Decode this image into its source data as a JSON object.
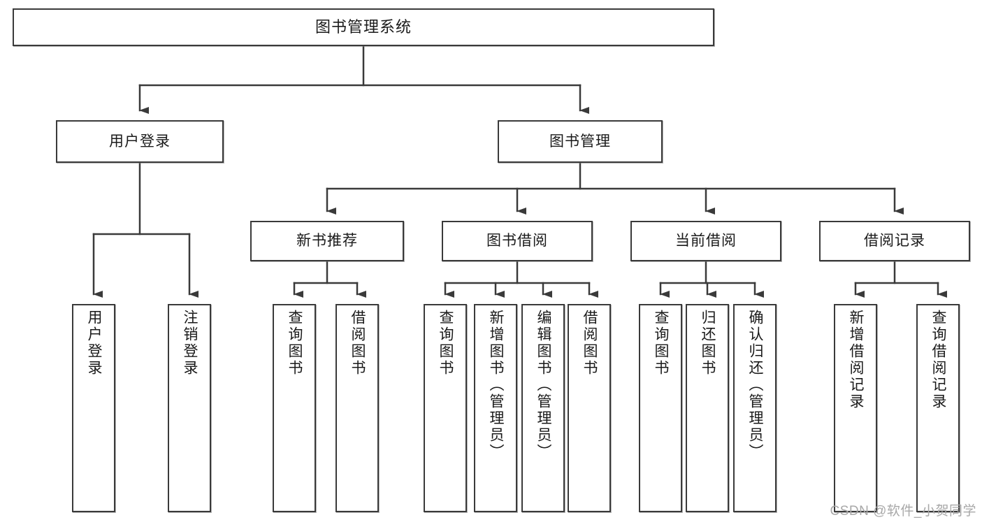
{
  "diagram": {
    "type": "tree-hierarchy",
    "title": "图书管理系统",
    "watermark": "CSDN @软件_小贺同学",
    "colors": {
      "box_border": "#3a3a3a",
      "box_fill": "#ffffff",
      "connector": "#3a3a3a",
      "text": "#1a1a1a",
      "watermark": "#a8a8a8",
      "background": "#ffffff"
    },
    "nodes": {
      "root": {
        "label": "图书管理系统"
      },
      "level2": [
        {
          "id": "user-login",
          "label": "用户登录"
        },
        {
          "id": "book-management",
          "label": "图书管理"
        }
      ],
      "level3": [
        {
          "id": "new-book-recommend",
          "label": "新书推荐"
        },
        {
          "id": "book-borrow",
          "label": "图书借阅"
        },
        {
          "id": "current-borrow",
          "label": "当前借阅"
        },
        {
          "id": "borrow-record",
          "label": "借阅记录"
        }
      ],
      "leaves": {
        "user-login": [
          {
            "id": "leaf-user-login",
            "label": "用户登录"
          },
          {
            "id": "leaf-user-logout",
            "label": "注销登录"
          }
        ],
        "new-book-recommend": [
          {
            "id": "leaf-query-book-1",
            "label": "查询图书"
          },
          {
            "id": "leaf-borrow-book-1",
            "label": "借阅图书"
          }
        ],
        "book-borrow": [
          {
            "id": "leaf-query-book-2",
            "label": "查询图书"
          },
          {
            "id": "leaf-add-book",
            "label": "新增图书（管理员）"
          },
          {
            "id": "leaf-edit-book",
            "label": "编辑图书（管理员）"
          },
          {
            "id": "leaf-borrow-book-2",
            "label": "借阅图书"
          }
        ],
        "current-borrow": [
          {
            "id": "leaf-query-book-3",
            "label": "查询图书"
          },
          {
            "id": "leaf-return-book",
            "label": "归还图书"
          },
          {
            "id": "leaf-confirm-return",
            "label": "确认归还（管理员）"
          }
        ],
        "borrow-record": [
          {
            "id": "leaf-add-record",
            "label": "新增借阅记录"
          },
          {
            "id": "leaf-query-record",
            "label": "查询借阅记录"
          }
        ]
      }
    },
    "edges": [
      {
        "from": "图书管理系统",
        "to": "用户登录"
      },
      {
        "from": "图书管理系统",
        "to": "图书管理"
      },
      {
        "from": "用户登录",
        "to": "用户登录"
      },
      {
        "from": "用户登录",
        "to": "注销登录"
      },
      {
        "from": "图书管理",
        "to": "新书推荐"
      },
      {
        "from": "图书管理",
        "to": "图书借阅"
      },
      {
        "from": "图书管理",
        "to": "当前借阅"
      },
      {
        "from": "图书管理",
        "to": "借阅记录"
      },
      {
        "from": "新书推荐",
        "to": "查询图书"
      },
      {
        "from": "新书推荐",
        "to": "借阅图书"
      },
      {
        "from": "图书借阅",
        "to": "查询图书"
      },
      {
        "from": "图书借阅",
        "to": "新增图书（管理员）"
      },
      {
        "from": "图书借阅",
        "to": "编辑图书（管理员）"
      },
      {
        "from": "图书借阅",
        "to": "借阅图书"
      },
      {
        "from": "当前借阅",
        "to": "查询图书"
      },
      {
        "from": "当前借阅",
        "to": "归还图书"
      },
      {
        "from": "当前借阅",
        "to": "确认归还（管理员）"
      },
      {
        "from": "借阅记录",
        "to": "新增借阅记录"
      },
      {
        "from": "借阅记录",
        "to": "查询借阅记录"
      }
    ]
  }
}
